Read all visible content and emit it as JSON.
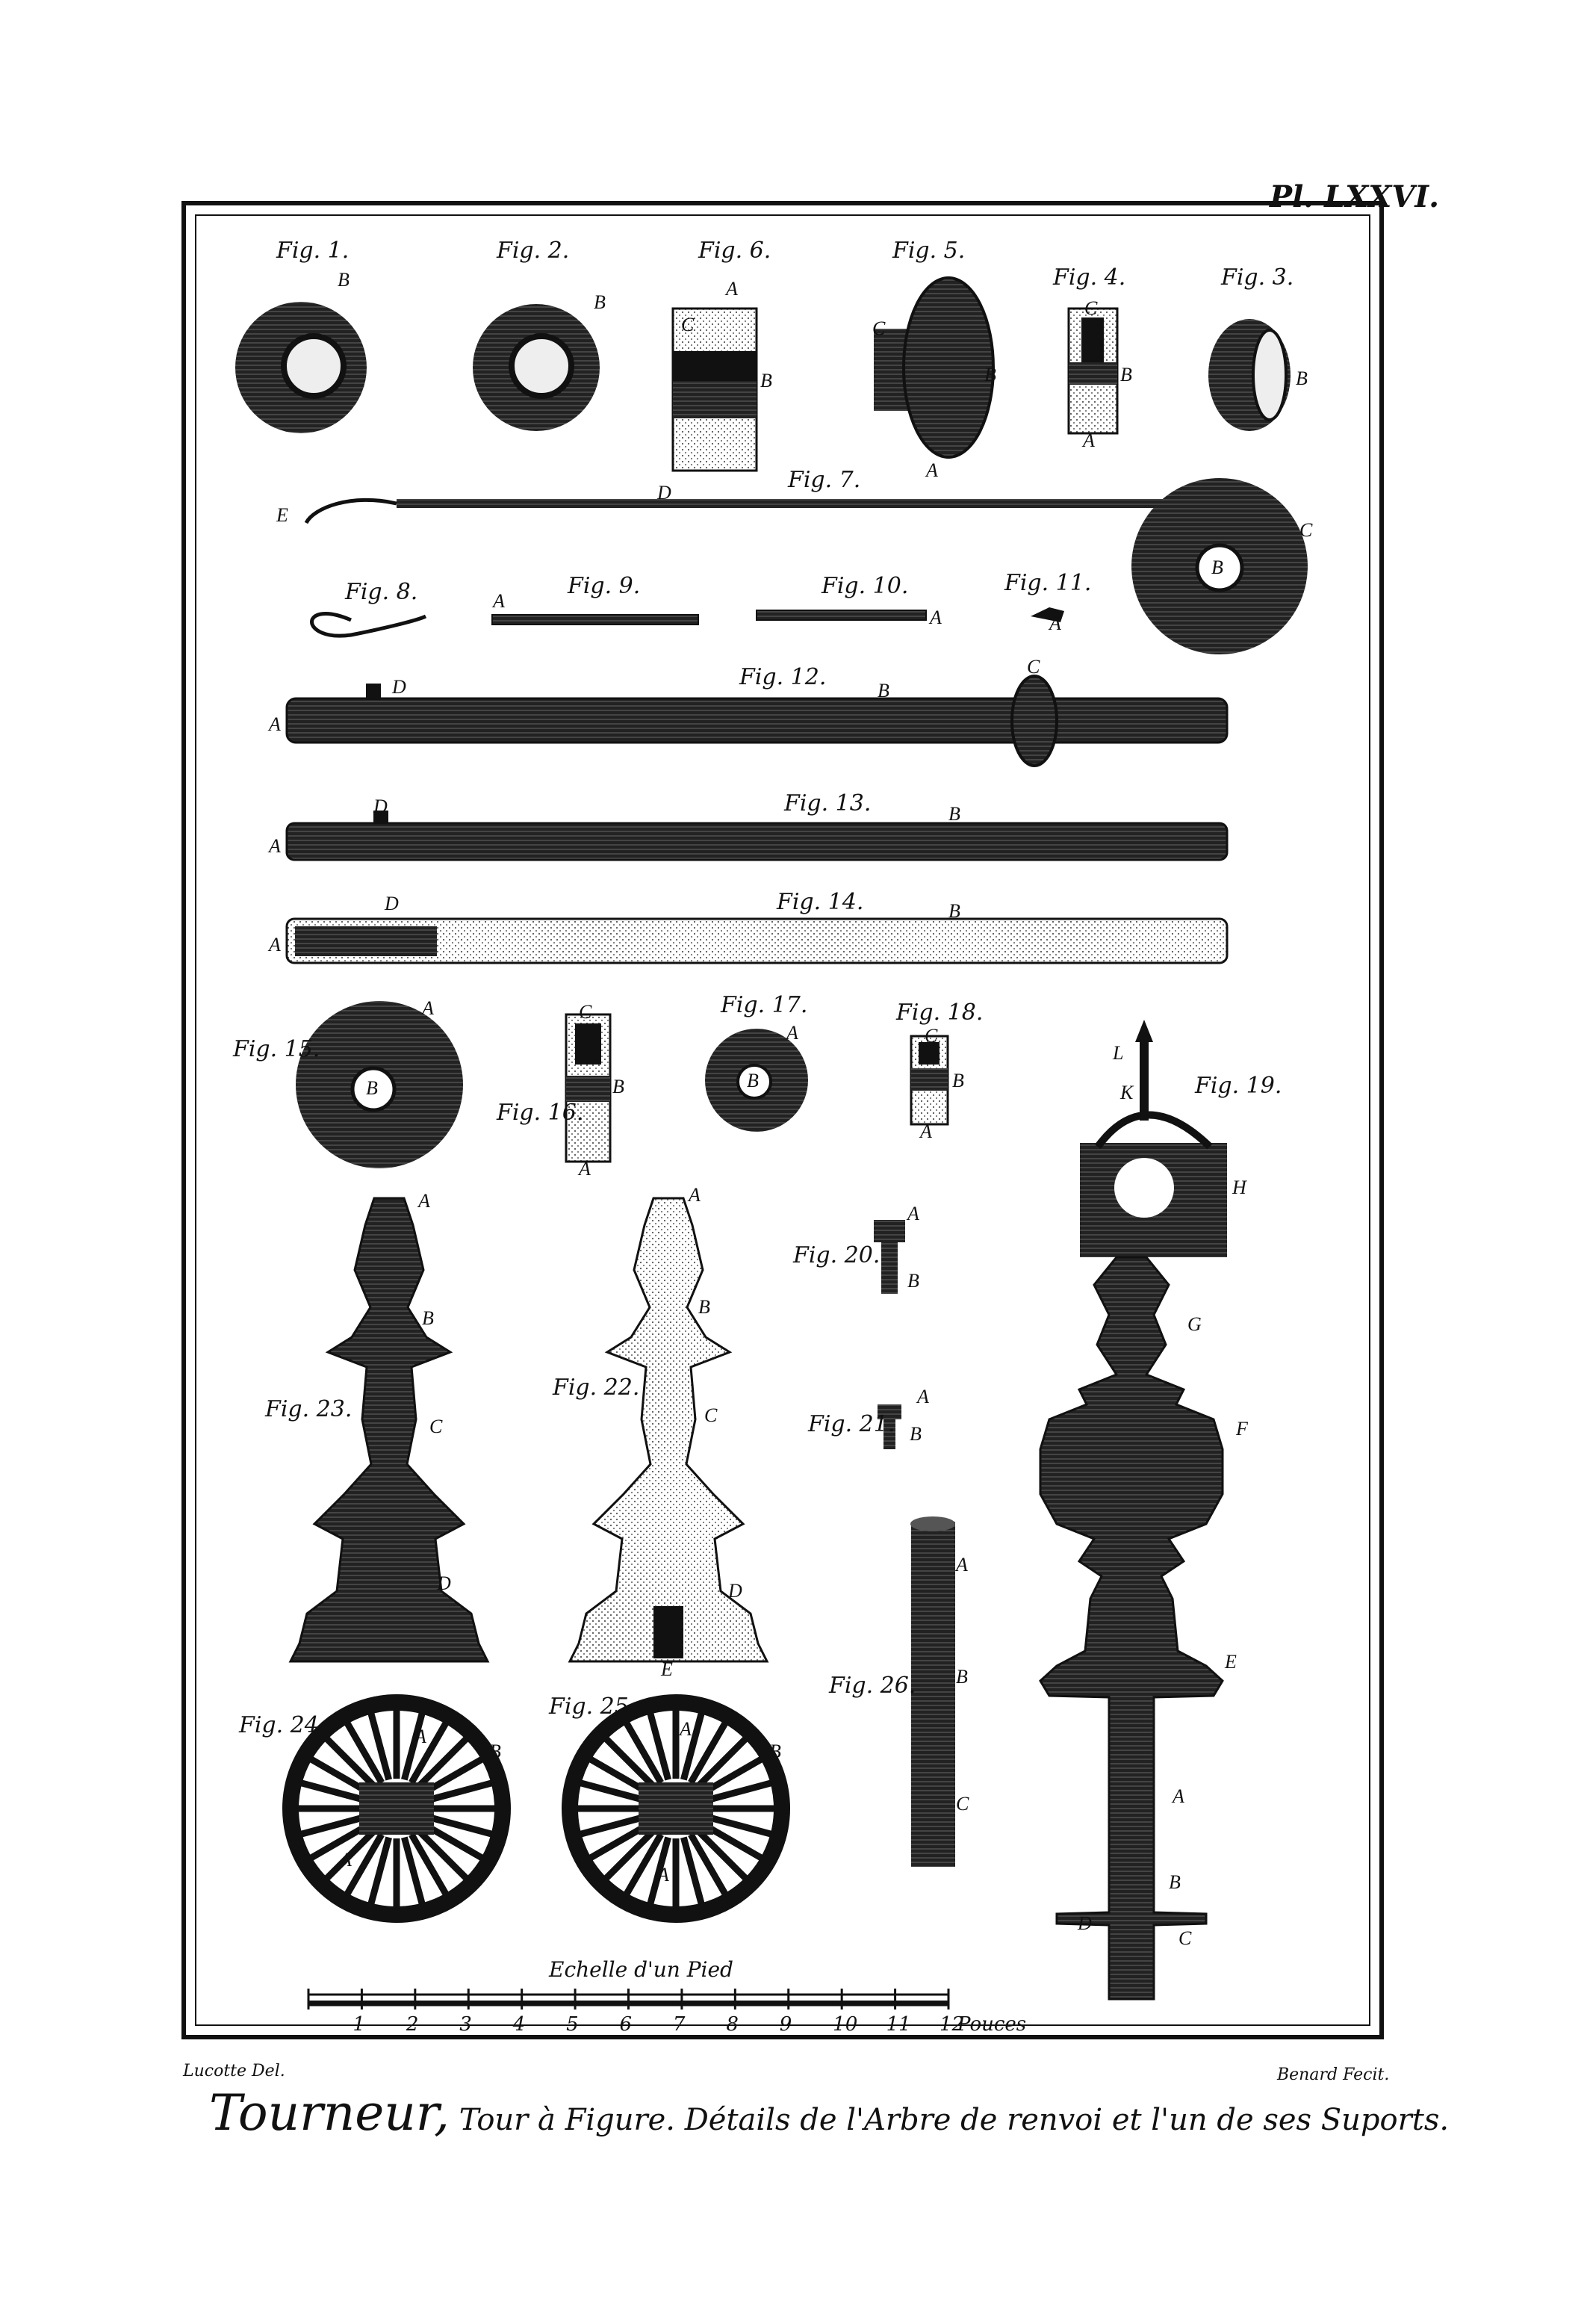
{
  "plate_number": "Pl. LXXVI.",
  "title": {
    "main": "Tourneur,",
    "rest": "Tour à Figure. Détails de l'Arbre de renvoi et l'un de ses Suports."
  },
  "credits": {
    "left": "Lucotte Del.",
    "right": "Benard Fecit."
  },
  "scale": {
    "label": "Echelle d'un Pied",
    "ticks": [
      "1",
      "2",
      "3",
      "4",
      "5",
      "6",
      "7",
      "8",
      "9",
      "10",
      "11",
      "12"
    ],
    "unit": "Pouces"
  },
  "figures": {
    "f1": "Fig. 1.",
    "f2": "Fig. 2.",
    "f3": "Fig. 3.",
    "f4": "Fig. 4.",
    "f5": "Fig. 5.",
    "f6": "Fig. 6.",
    "f7": "Fig. 7.",
    "f8": "Fig. 8.",
    "f9": "Fig. 9.",
    "f10": "Fig. 10.",
    "f11": "Fig. 11.",
    "f12": "Fig. 12.",
    "f13": "Fig. 13.",
    "f14": "Fig. 14.",
    "f15": "Fig. 15.",
    "f16": "Fig. 16.",
    "f17": "Fig. 17.",
    "f18": "Fig. 18.",
    "f19": "Fig. 19.",
    "f20": "Fig. 20.",
    "f21": "Fig. 21.",
    "f22": "Fig. 22.",
    "f23": "Fig. 23.",
    "f24": "Fig. 24.",
    "f25": "Fig. 25.",
    "f26": "Fig. 26."
  },
  "letters": {
    "A": "A",
    "B": "B",
    "C": "C",
    "D": "D",
    "E": "E",
    "F": "F",
    "G": "G",
    "H": "H",
    "K": "K",
    "L": "L"
  }
}
